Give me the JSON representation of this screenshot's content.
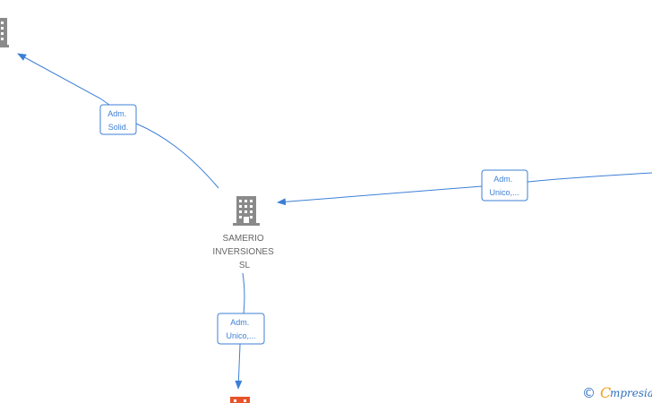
{
  "nodes": {
    "center": {
      "label_lines": [
        "SAMERIO",
        "INVERSIONES",
        "SL"
      ],
      "icon": "building-icon",
      "color": "#8a8a8a"
    },
    "top_left": {
      "icon": "building-icon",
      "color": "#8a8a8a"
    },
    "bottom": {
      "icon": "building-icon",
      "color": "#e8532b"
    }
  },
  "edges": {
    "to_top_left": {
      "label_lines": [
        "Adm.",
        "Solid."
      ]
    },
    "from_right": {
      "label_lines": [
        "Adm.",
        "Unico,..."
      ]
    },
    "to_bottom": {
      "label_lines": [
        "Adm.",
        "Unico,..."
      ]
    }
  },
  "edge_color": "#3d7fd6",
  "watermark": {
    "copyright": "©",
    "brand_first": "C",
    "brand_rest": "mpresia"
  }
}
